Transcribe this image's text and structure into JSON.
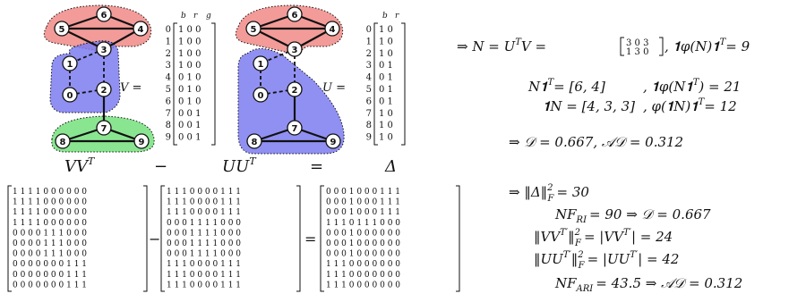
{
  "colors": {
    "red_cluster": "#f08a86",
    "blue_cluster": "#7c7cf0",
    "green_cluster": "#76e07e",
    "ink": "#111111"
  },
  "left_graph": {
    "node_labels": [
      "0",
      "1",
      "2",
      "3",
      "4",
      "5",
      "6",
      "7",
      "8",
      "9"
    ],
    "matrix_label": "V =",
    "col_headers": [
      "b",
      "r",
      "g"
    ],
    "row_labels": [
      "0",
      "1",
      "2",
      "3",
      "4",
      "5",
      "6",
      "7",
      "8",
      "9"
    ],
    "rows": [
      "1 0 0",
      "1 0 0",
      "1 0 0",
      "1 0 0",
      "0 1 0",
      "0 1 0",
      "0 1 0",
      "0 0 1",
      "0 0 1",
      "0 0 1"
    ]
  },
  "right_graph": {
    "node_labels": [
      "0",
      "1",
      "2",
      "3",
      "4",
      "5",
      "6",
      "7",
      "8",
      "9"
    ],
    "matrix_label": "U =",
    "col_headers": [
      "b",
      "r"
    ],
    "row_labels": [
      "0",
      "1",
      "2",
      "3",
      "4",
      "5",
      "6",
      "7",
      "8",
      "9"
    ],
    "rows": [
      "1 0",
      "1 0",
      "1 0",
      "0 1",
      "0 1",
      "0 1",
      "0 1",
      "1 0",
      "1 0",
      "1 0"
    ]
  },
  "equation_header": {
    "vvt": "VV",
    "vvt_sup": "T",
    "minus": "−",
    "uut": "UU",
    "uut_sup": "T",
    "equals": "=",
    "delta": "Δ"
  },
  "matrices": {
    "vvt_rows": [
      "1 1 1 1 0 0 0 0 0 0",
      "1 1 1 1 0 0 0 0 0 0",
      "1 1 1 1 0 0 0 0 0 0",
      "1 1 1 1 0 0 0 0 0 0",
      "0 0 0 0 1 1 1 0 0 0",
      "0 0 0 0 1 1 1 0 0 0",
      "0 0 0 0 1 1 1 0 0 0",
      "0 0 0 0 0 0 0 1 1 1",
      "0 0 0 0 0 0 0 1 1 1",
      "0 0 0 0 0 0 0 1 1 1"
    ],
    "uut_rows": [
      "1 1 1 0 0 0 0 1 1 1",
      "1 1 1 0 0 0 0 1 1 1",
      "1 1 1 0 0 0 0 1 1 1",
      "0 0 0 1 1 1 1 0 0 0",
      "0 0 0 1 1 1 1 0 0 0",
      "0 0 0 1 1 1 1 0 0 0",
      "0 0 0 1 1 1 1 0 0 0",
      "1 1 1 0 0 0 0 1 1 1",
      "1 1 1 0 0 0 0 1 1 1",
      "1 1 1 0 0 0 0 1 1 1"
    ],
    "delta_rows": [
      "0 0 0 1 0 0 0 1 1 1",
      "0 0 0 1 0 0 0 1 1 1",
      "0 0 0 1 0 0 0 1 1 1",
      "1 1 1 0 1 1 1 0 0 0",
      "0 0 0 1 0 0 0 0 0 0",
      "0 0 0 1 0 0 0 0 0 0",
      "0 0 0 1 0 0 0 0 0 0",
      "1 1 1 0 0 0 0 0 0 0",
      "1 1 1 0 0 0 0 0 0 0",
      "1 1 1 0 0 0 0 0 0 0"
    ],
    "minus_sign": "−",
    "equals_sign": "="
  },
  "formulas": {
    "n_def": "⇒ N = U",
    "n_def_sup": "T",
    "n_def_rest": "V =",
    "n_matrix_row1": "3 0 3",
    "n_matrix_row2": "1 3 0",
    "n_phi": ", 𝟏φ(N)𝟏",
    "n_phi_sup": "T",
    "n_phi_val": "= 9",
    "n1t": "N𝟏",
    "n1t_sup": "T",
    "n1t_val": "= [6, 4]",
    "phi_n1t": ", 𝟏φ(N𝟏",
    "phi_n1t_sup": "T",
    "phi_n1t_val": ") = 21",
    "one_n": "𝟏N = [4, 3, 3]",
    "phi_one_n": ", φ(𝟏N)𝟏",
    "phi_one_n_sup": "T",
    "phi_one_n_val": "= 12",
    "d_line": "⇒ 𝒟 = 0.667,  𝒜𝒟 = 0.312",
    "delta_norm": "⇒ ‖Δ‖",
    "delta_norm_sup": "2",
    "delta_norm_sub": "F",
    "delta_norm_val": "= 30",
    "nf_ri": "NF",
    "nf_ri_sub": "RI",
    "nf_ri_val": "= 90 ⇒ 𝒟 = 0.667",
    "vvt_norm": "‖VV",
    "vvt_norm_sup": "T′",
    "vvt_norm_mid": "‖",
    "vvt_norm_sup2": "2",
    "vvt_norm_sub2": "F",
    "vvt_norm_val": "= |VV",
    "vvt_norm_val_sup": "T′",
    "vvt_norm_end": "| = 24",
    "uut_norm": "‖UU",
    "uut_norm_sup": "T′",
    "uut_norm_mid": "‖",
    "uut_norm_sup2": "2",
    "uut_norm_sub2": "F",
    "uut_norm_val": "= |UU",
    "uut_norm_val_sup": "T′",
    "uut_norm_end": "| = 42",
    "nf_ari": "NF",
    "nf_ari_sub": "ARI",
    "nf_ari_val": "= 43.5 ⇒ 𝒜𝒟 = 0.312"
  }
}
